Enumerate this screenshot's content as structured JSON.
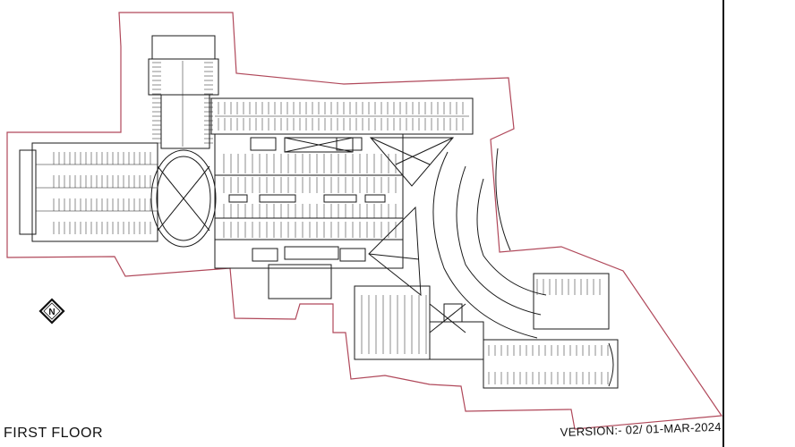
{
  "plan": {
    "floor_label": "FIRST FLOOR",
    "version_label": "VERSION:- 02/ 01-MAR-2024",
    "north_marker": "N",
    "colors": {
      "boundary": "#b0485a",
      "linework": "#1a1a1a",
      "background": "#ffffff"
    },
    "icons": [
      "north-arrow-icon"
    ]
  }
}
